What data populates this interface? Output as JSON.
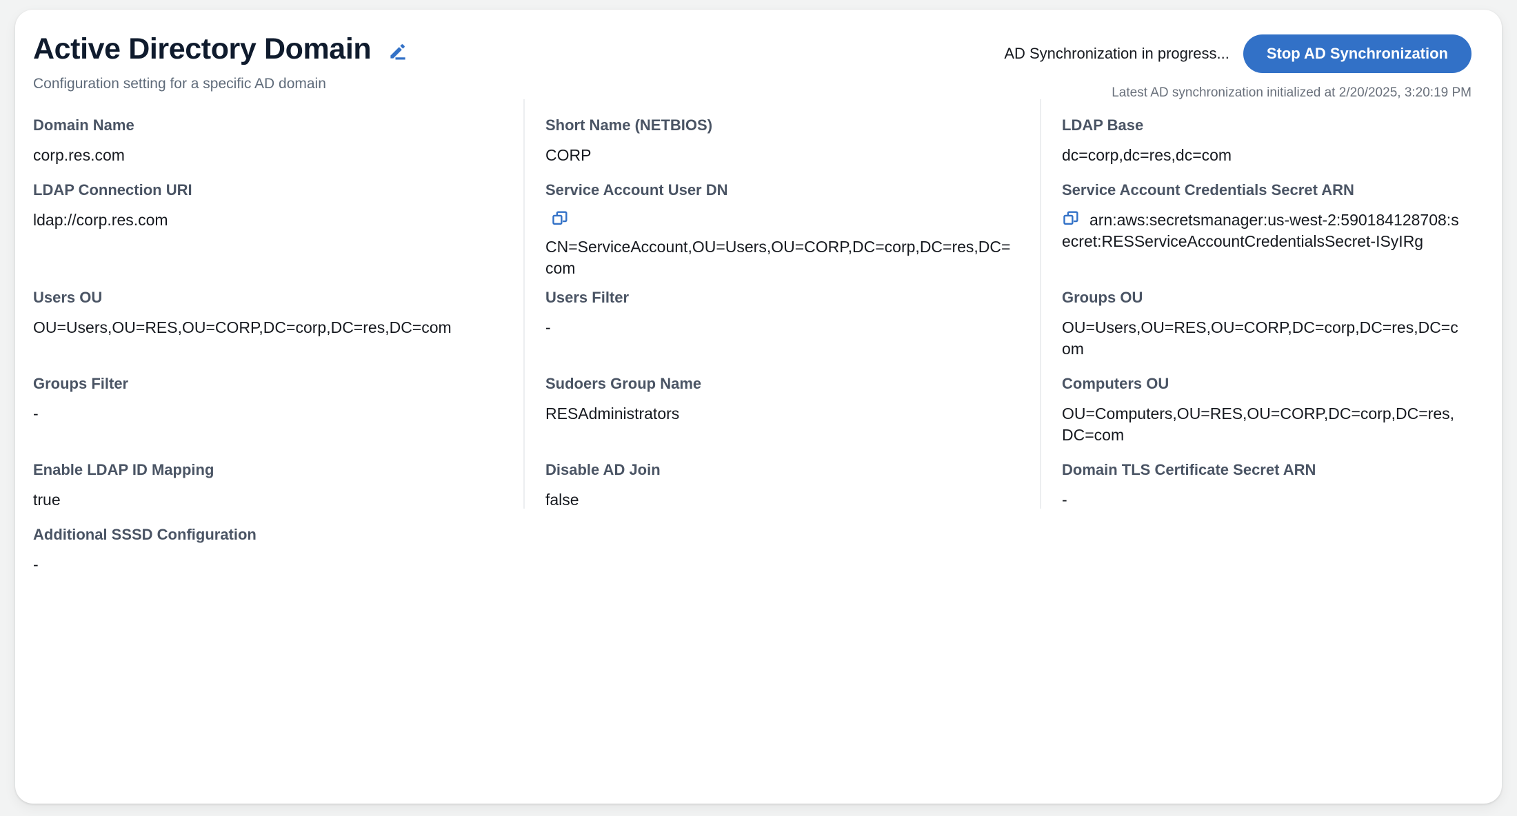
{
  "header": {
    "title": "Active Directory Domain",
    "edit_icon": "pencil-edit-icon",
    "subtitle": "Configuration setting for a specific AD domain",
    "sync_status": "AD Synchronization in progress...",
    "stop_button": "Stop AD Synchronization",
    "sync_meta": "Latest AD synchronization initialized at 2/20/2025, 3:20:19 PM",
    "accent_color": "#3271c7"
  },
  "fields": {
    "domain_name": {
      "label": "Domain Name",
      "value": "corp.res.com"
    },
    "short_name": {
      "label": "Short Name (NETBIOS)",
      "value": "CORP"
    },
    "ldap_base": {
      "label": "LDAP Base",
      "value": "dc=corp,dc=res,dc=com"
    },
    "ldap_uri": {
      "label": "LDAP Connection URI",
      "value": "ldap://corp.res.com"
    },
    "service_account_dn": {
      "label": "Service Account User DN",
      "value": "CN=ServiceAccount,OU=Users,OU=CORP,DC=corp,DC=res,DC=com",
      "copy_icon": "copy-icon"
    },
    "service_account_secret_arn": {
      "label": "Service Account Credentials Secret ARN",
      "value": "arn:aws:secretsmanager:us-west-2:590184128708:secret:RESServiceAccountCredentialsSecret-ISyIRg",
      "copy_icon": "copy-icon"
    },
    "users_ou": {
      "label": "Users OU",
      "value": "OU=Users,OU=RES,OU=CORP,DC=corp,DC=res,DC=com"
    },
    "users_filter": {
      "label": "Users Filter",
      "value": "-"
    },
    "groups_ou": {
      "label": "Groups OU",
      "value": "OU=Users,OU=RES,OU=CORP,DC=corp,DC=res,DC=com"
    },
    "groups_filter": {
      "label": "Groups Filter",
      "value": "-"
    },
    "sudoers_group_name": {
      "label": "Sudoers Group Name",
      "value": "RESAdministrators"
    },
    "computers_ou": {
      "label": "Computers OU",
      "value": "OU=Computers,OU=RES,OU=CORP,DC=corp,DC=res,DC=com"
    },
    "enable_ldap_id_mapping": {
      "label": "Enable LDAP ID Mapping",
      "value": "true"
    },
    "disable_ad_join": {
      "label": "Disable AD Join",
      "value": "false"
    },
    "domain_tls_secret_arn": {
      "label": "Domain TLS Certificate Secret ARN",
      "value": "-"
    },
    "additional_sssd_configuration": {
      "label": "Additional SSSD Configuration",
      "value": "-"
    }
  }
}
